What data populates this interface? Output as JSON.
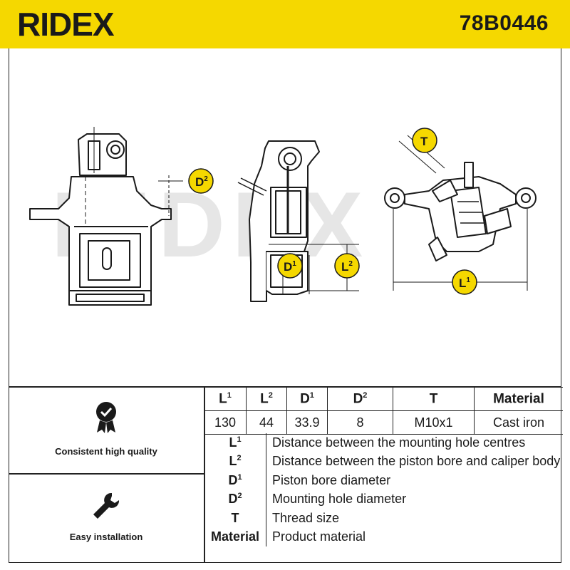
{
  "brand": "RIDEX",
  "part_number": "78B0446",
  "watermark": "RIDEX",
  "colors": {
    "accent": "#f5d800",
    "line": "#222222"
  },
  "dimension_badges": [
    {
      "key": "D2",
      "letter": "D",
      "sup": "2"
    },
    {
      "key": "D1",
      "letter": "D",
      "sup": "1"
    },
    {
      "key": "L2",
      "letter": "L",
      "sup": "2"
    },
    {
      "key": "T",
      "letter": "T",
      "sup": ""
    },
    {
      "key": "L1",
      "letter": "L",
      "sup": "1"
    }
  ],
  "features": [
    {
      "icon": "quality-badge-icon",
      "label": "Consistent high quality"
    },
    {
      "icon": "wrench-icon",
      "label": "Easy installation"
    }
  ],
  "specs": {
    "headers": [
      {
        "letter": "L",
        "sup": "1"
      },
      {
        "letter": "L",
        "sup": "2"
      },
      {
        "letter": "D",
        "sup": "1"
      },
      {
        "letter": "D",
        "sup": "2"
      },
      {
        "letter": "T",
        "sup": ""
      },
      {
        "letter": "Material",
        "sup": ""
      }
    ],
    "values": [
      "130",
      "44",
      "33.9",
      "8",
      "M10x1",
      "Cast iron"
    ]
  },
  "legend": [
    {
      "letter": "L",
      "sup": "1",
      "desc": "Distance between the mounting hole centres"
    },
    {
      "letter": "L",
      "sup": "2",
      "desc": "Distance between the piston bore and caliper body"
    },
    {
      "letter": "D",
      "sup": "1",
      "desc": "Piston bore diameter"
    },
    {
      "letter": "D",
      "sup": "2",
      "desc": "Mounting hole diameter"
    },
    {
      "letter": "T",
      "sup": "",
      "desc": "Thread size"
    },
    {
      "letter": "Material",
      "sup": "",
      "desc": "Product material"
    }
  ]
}
